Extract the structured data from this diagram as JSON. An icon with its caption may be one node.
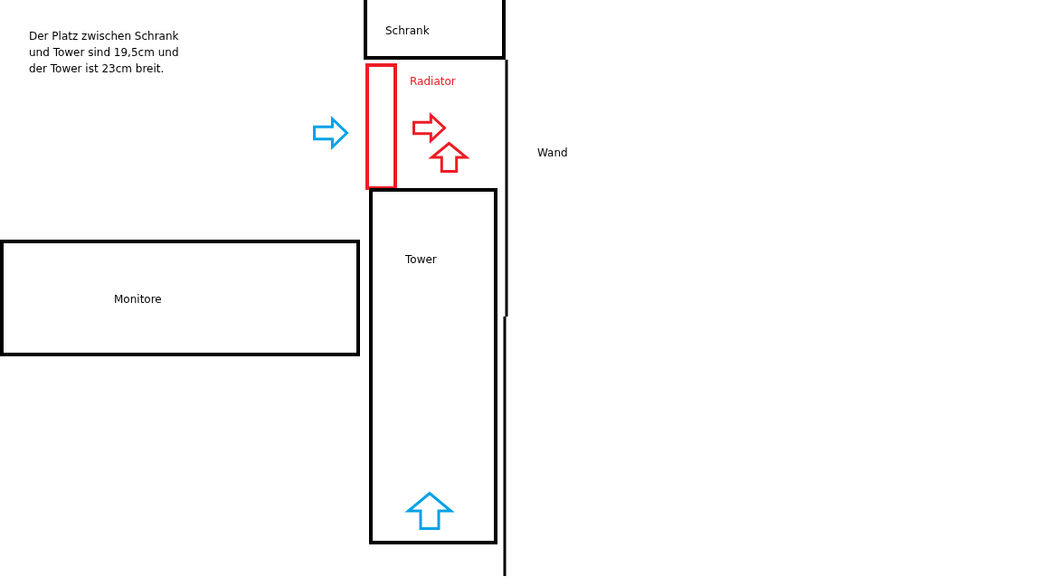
{
  "diagram": {
    "nodes": [
      {
        "text": [
          "Schrank"
        ]
      },
      {
        "text": [],
        "shape": "box",
        "beside": [
          "Radiator"
        ]
      },
      {
        "text": [
          "Tower"
        ]
      },
      {
        "text": [
          "Monitore"
        ]
      }
    ],
    "labels": [
      "Der Platz zwischen Schrank und Tower sind 19,5cm und der Tower ist 23cm breit.",
      "Wand"
    ]
  }
}
